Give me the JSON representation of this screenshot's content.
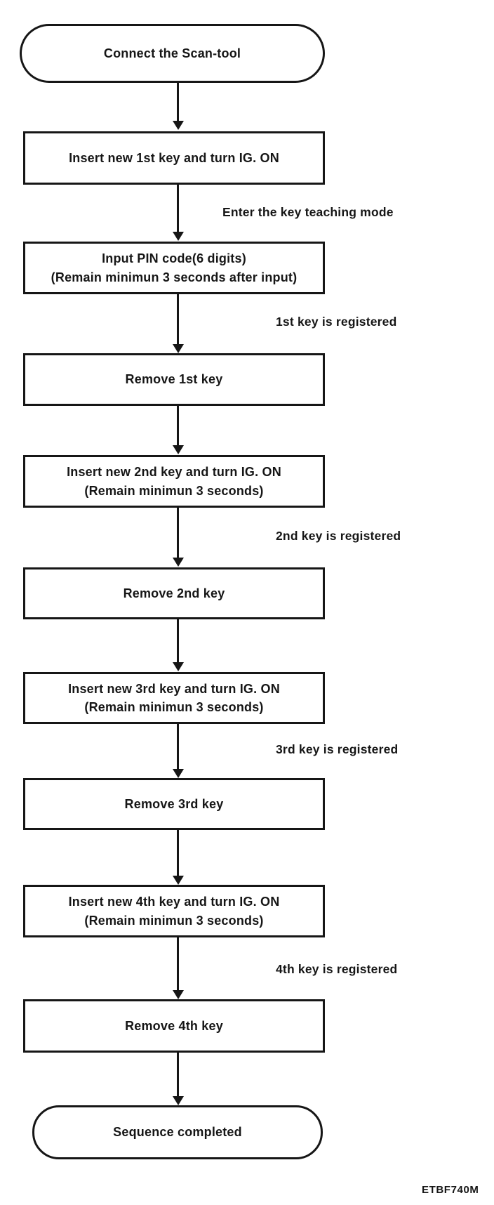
{
  "diagram": {
    "type": "flowchart",
    "figure_code": "ETBF740M",
    "colors": {
      "ink": "#161616",
      "paper": "#ffffff"
    },
    "nodes": [
      {
        "id": "start",
        "shape": "terminal",
        "lines": [
          "Connect the Scan-tool"
        ]
      },
      {
        "id": "insert-1st-key",
        "shape": "process",
        "lines": [
          "Insert new 1st key and turn IG. ON"
        ]
      },
      {
        "id": "input-pin-code",
        "shape": "process",
        "lines": [
          "Input PIN code(6 digits)",
          "(Remain minimun 3 seconds after input)"
        ]
      },
      {
        "id": "remove-1st-key",
        "shape": "process",
        "lines": [
          "Remove 1st key"
        ]
      },
      {
        "id": "insert-2nd-key",
        "shape": "process",
        "lines": [
          "Insert new 2nd key and turn IG. ON",
          "(Remain minimun 3 seconds)"
        ]
      },
      {
        "id": "remove-2nd-key",
        "shape": "process",
        "lines": [
          "Remove 2nd key"
        ]
      },
      {
        "id": "insert-3rd-key",
        "shape": "process",
        "lines": [
          "Insert new 3rd key and turn IG. ON",
          "(Remain minimun 3 seconds)"
        ]
      },
      {
        "id": "remove-3rd-key",
        "shape": "process",
        "lines": [
          "Remove 3rd key"
        ]
      },
      {
        "id": "insert-4th-key",
        "shape": "process",
        "lines": [
          "Insert new 4th key and turn IG. ON",
          "(Remain minimun 3 seconds)"
        ]
      },
      {
        "id": "remove-4th-key",
        "shape": "process",
        "lines": [
          "Remove 4th key"
        ]
      },
      {
        "id": "end",
        "shape": "terminal",
        "lines": [
          "Sequence completed"
        ]
      }
    ],
    "edge_labels": [
      {
        "text": "Enter the key teaching mode"
      },
      {
        "text": "1st key is registered"
      },
      {
        "text": "2nd key is registered"
      },
      {
        "text": "3rd key is registered"
      },
      {
        "text": "4th key is registered"
      }
    ]
  }
}
